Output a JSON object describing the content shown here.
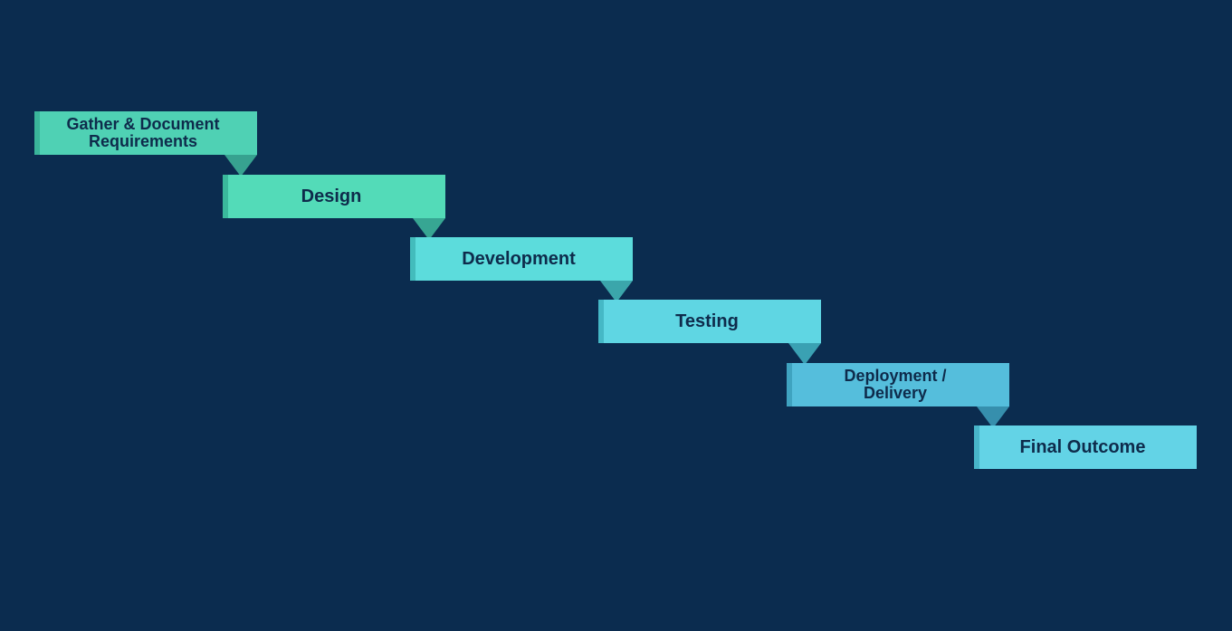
{
  "diagram": {
    "steps": [
      {
        "label": "Gather & Document\nRequirements",
        "color": "#4fd1b4",
        "bar_color": "#3ab59a",
        "fold_color": "#37a290"
      },
      {
        "label": "Design",
        "color": "#53dbb8",
        "bar_color": "#3ab99c",
        "fold_color": "#37a693"
      },
      {
        "label": "Development",
        "color": "#5cdcdc",
        "bar_color": "#43bcbc",
        "fold_color": "#3ba6ab"
      },
      {
        "label": "Testing",
        "color": "#5fd6e3",
        "bar_color": "#45b8c6",
        "fold_color": "#3aa1b3"
      },
      {
        "label": "Deployment /\nDelivery",
        "color": "#55bedc",
        "bar_color": "#3fa3c0",
        "fold_color": "#368fad"
      },
      {
        "label": "Final Outcome",
        "color": "#63d3e6",
        "bar_color": "#48b5c9",
        "fold_color": null
      }
    ]
  }
}
